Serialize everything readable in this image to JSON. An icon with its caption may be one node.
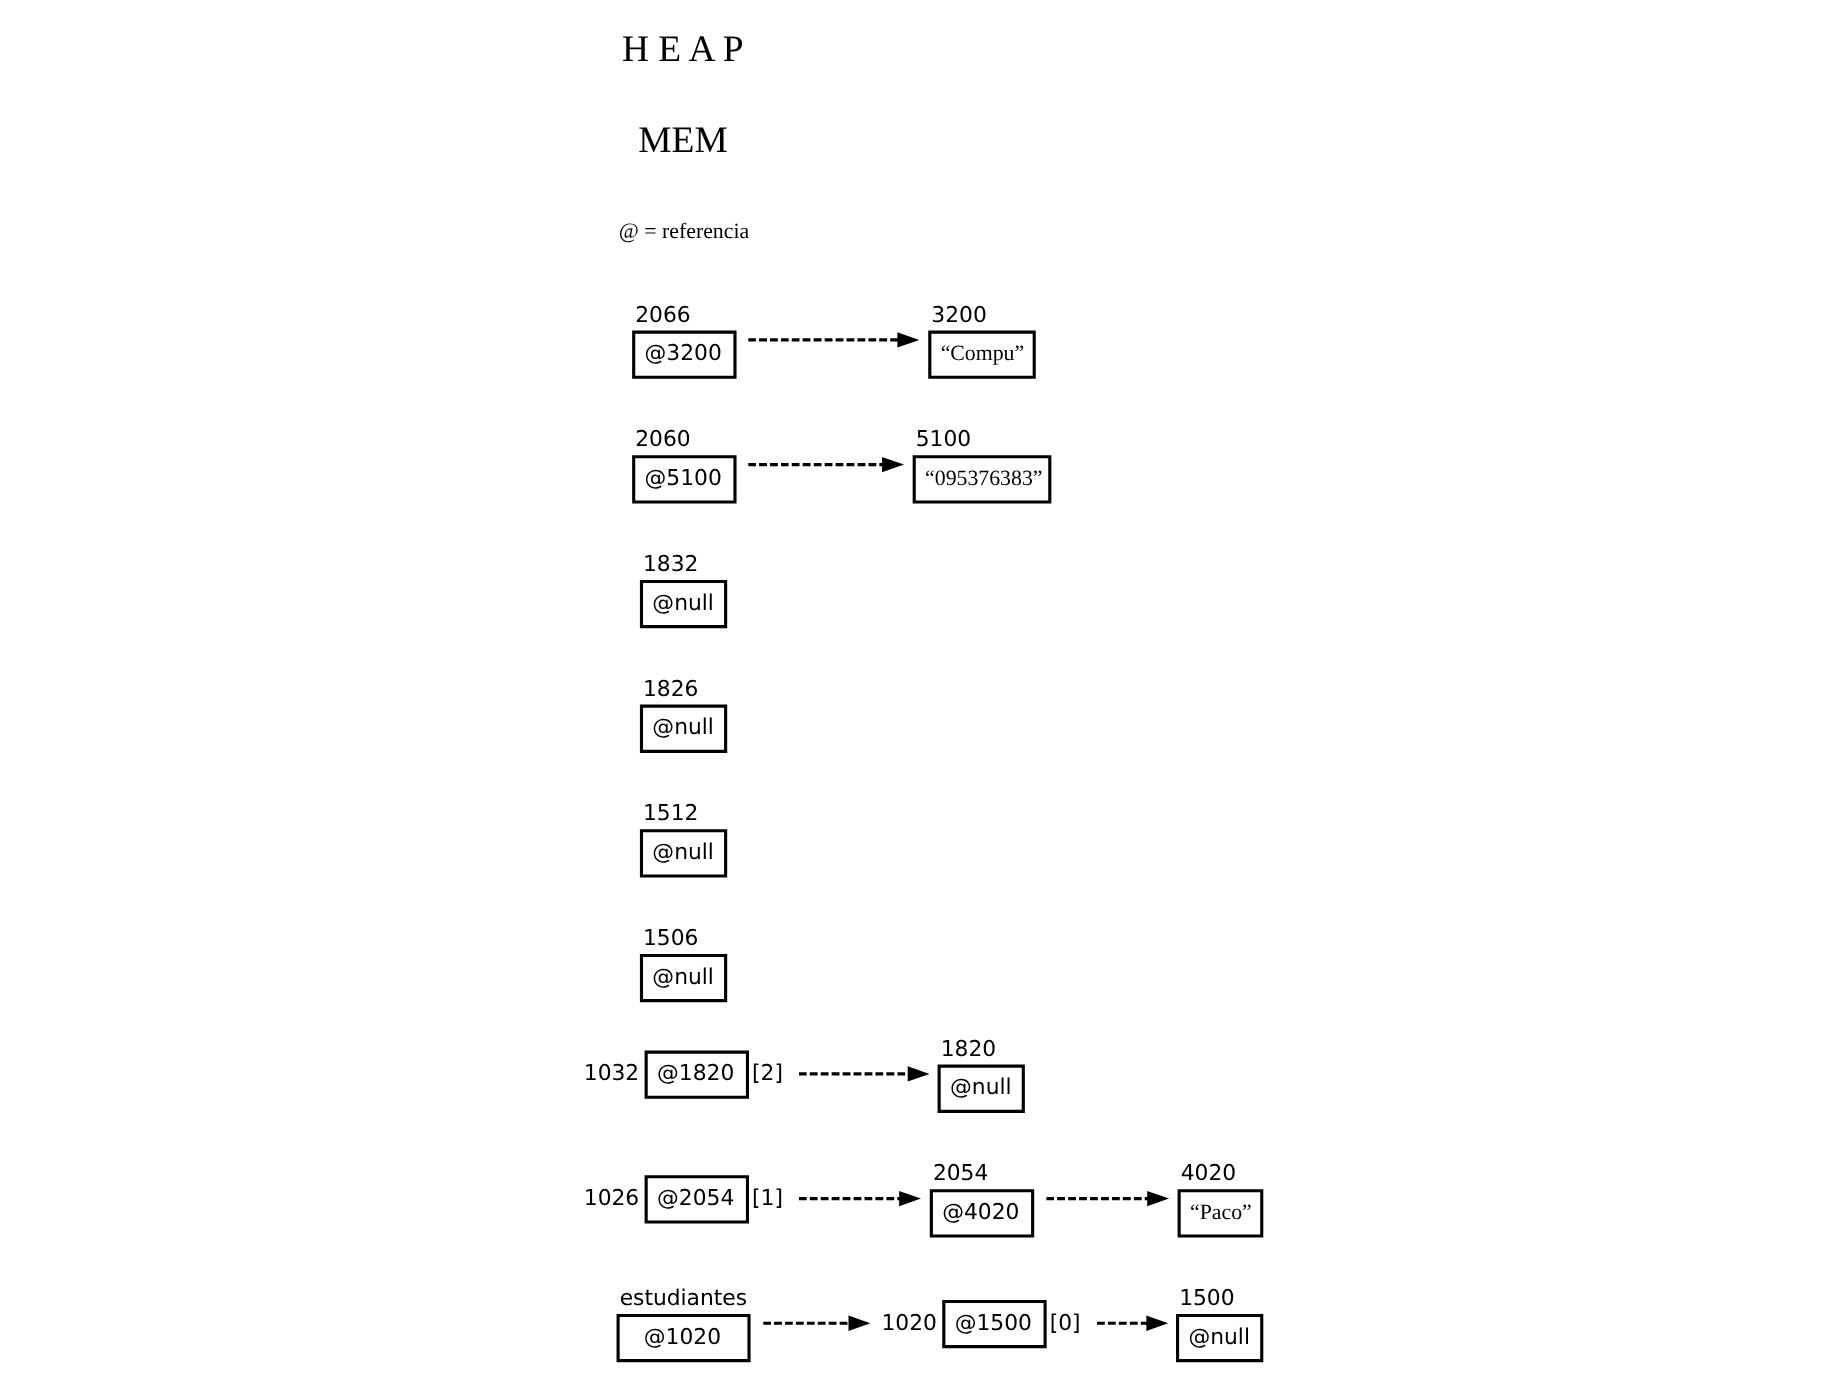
{
  "diagram": {
    "nodes": [
      {
        "text": [
          "@1020"
        ],
        "beside": [
          "estudiantes"
        ]
      },
      {
        "text": [
          "@1500"
        ],
        "beside": [
          "1020",
          "[0]"
        ]
      },
      {
        "text": [
          "@2054"
        ],
        "beside": [
          "1026",
          "[1]"
        ]
      },
      {
        "text": [
          "@1820"
        ],
        "beside": [
          "1032",
          "[2]"
        ]
      },
      {
        "text": [
          "@null"
        ],
        "beside": [
          "1500"
        ]
      },
      {
        "text": [
          "@null"
        ],
        "beside": [
          "1506"
        ]
      },
      {
        "text": [
          "@null"
        ],
        "beside": [
          "1512"
        ]
      },
      {
        "text": [
          "@null"
        ],
        "beside": [
          "1820"
        ]
      },
      {
        "text": [
          "@null"
        ],
        "beside": [
          "1826"
        ]
      },
      {
        "text": [
          "@null"
        ],
        "beside": [
          "1832"
        ]
      },
      {
        "text": [
          "@4020"
        ],
        "beside": [
          "2054"
        ]
      },
      {
        "text": [
          "@5100"
        ],
        "beside": [
          "2060"
        ]
      },
      {
        "text": [
          "@3200"
        ],
        "beside": [
          "2066"
        ]
      },
      {
        "text": [
          "“Compu”"
        ],
        "beside": [
          "3200"
        ]
      },
      {
        "text": [
          "“Paco”"
        ],
        "beside": [
          "4020"
        ]
      },
      {
        "text": [
          "“095376383”"
        ],
        "beside": [
          "5100"
        ]
      }
    ],
    "edges": [
      {
        "from": 0,
        "to": 1,
        "arrow": "to",
        "style": "dashed"
      },
      {
        "from": 1,
        "to": 4,
        "arrow": "to",
        "style": "dashed"
      },
      {
        "from": 2,
        "to": 10,
        "arrow": "to",
        "style": "dashed"
      },
      {
        "from": 3,
        "to": 7,
        "arrow": "to",
        "style": "dashed"
      },
      {
        "from": 10,
        "to": 14,
        "arrow": "to",
        "style": "dashed"
      },
      {
        "from": 11,
        "to": 15,
        "arrow": "to",
        "style": "dashed"
      },
      {
        "from": 12,
        "to": 13,
        "arrow": "to",
        "style": "dashed"
      }
    ],
    "labels": [
      "@ = referencia",
      "MEM",
      "H E A P"
    ]
  }
}
